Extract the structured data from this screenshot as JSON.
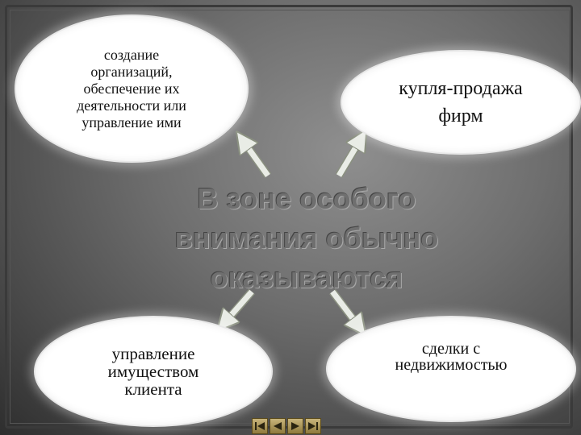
{
  "center_text": "В зоне особого\nвнимания обычно\nоказываются",
  "ovals": [
    {
      "id": "top-left",
      "text": "создание\nорганизаций,\nобеспечение их\nдеятельности или\nуправление ими"
    },
    {
      "id": "top-right",
      "text": "купля-продажа\nфирм"
    },
    {
      "id": "bottom-left",
      "text": "управление\nимуществом\nклиента"
    },
    {
      "id": "bottom-right",
      "text": "сделки с\nнедвижимостью"
    }
  ],
  "nav_icons": [
    "first-slide-icon",
    "previous-slide-icon",
    "next-slide-icon",
    "last-slide-icon"
  ]
}
